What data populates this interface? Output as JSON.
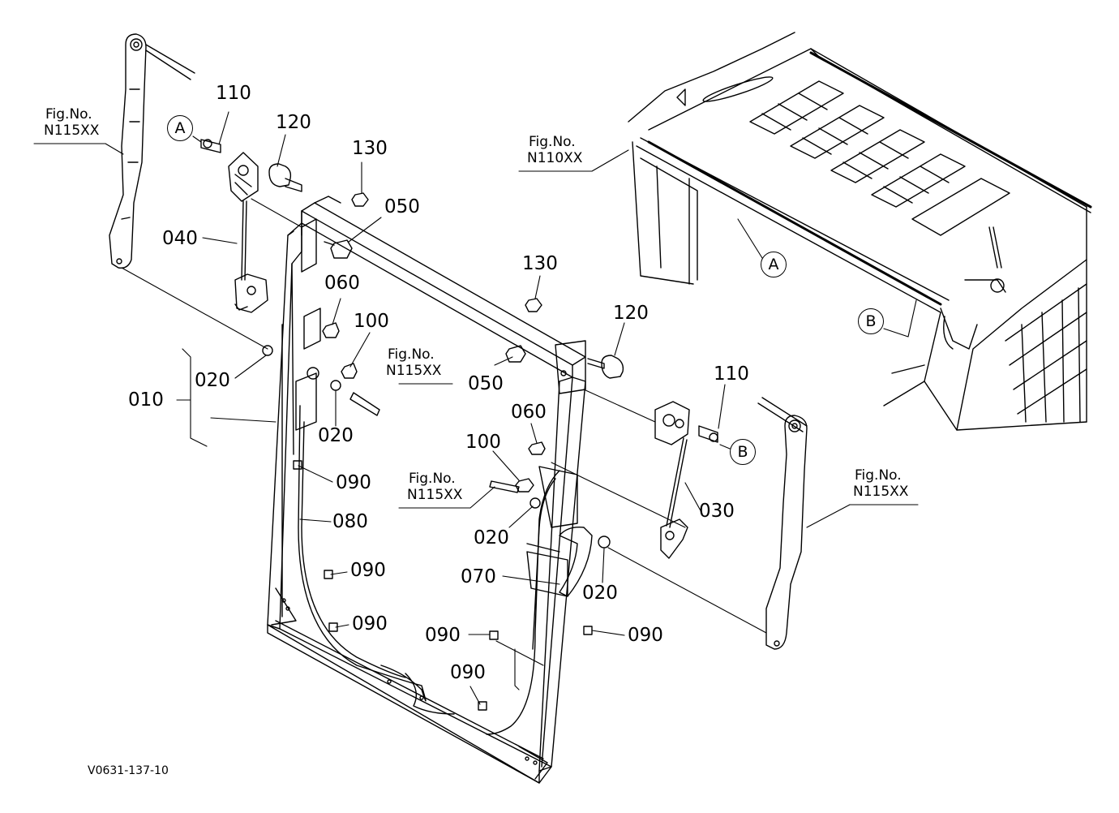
{
  "drawing_code": "V0631-137-10",
  "part_labels": [
    {
      "id": "p110a",
      "text": "110"
    },
    {
      "id": "p120a",
      "text": "120"
    },
    {
      "id": "p130a",
      "text": "130"
    },
    {
      "id": "p050a",
      "text": "050"
    },
    {
      "id": "p040",
      "text": "040"
    },
    {
      "id": "p060a",
      "text": "060"
    },
    {
      "id": "p100a",
      "text": "100"
    },
    {
      "id": "p020a",
      "text": "020"
    },
    {
      "id": "p010",
      "text": "010"
    },
    {
      "id": "p020b",
      "text": "020"
    },
    {
      "id": "p090a",
      "text": "090"
    },
    {
      "id": "p080",
      "text": "080"
    },
    {
      "id": "p090b",
      "text": "090"
    },
    {
      "id": "p090c",
      "text": "090"
    },
    {
      "id": "p130b",
      "text": "130"
    },
    {
      "id": "p120b",
      "text": "120"
    },
    {
      "id": "p050b",
      "text": "050"
    },
    {
      "id": "p110b",
      "text": "110"
    },
    {
      "id": "p060b",
      "text": "060"
    },
    {
      "id": "p100b",
      "text": "100"
    },
    {
      "id": "p030",
      "text": "030"
    },
    {
      "id": "p020c",
      "text": "020"
    },
    {
      "id": "p070",
      "text": "070"
    },
    {
      "id": "p020d",
      "text": "020"
    },
    {
      "id": "p090d",
      "text": "090"
    },
    {
      "id": "p090e",
      "text": "090"
    },
    {
      "id": "p090f",
      "text": "090"
    }
  ],
  "fig_refs": [
    {
      "id": "f1",
      "line1": "Fig.No.",
      "line2": "N115XX"
    },
    {
      "id": "f2",
      "line1": "Fig.No.",
      "line2": "N110XX"
    },
    {
      "id": "f3",
      "line1": "Fig.No.",
      "line2": "N115XX"
    },
    {
      "id": "f4",
      "line1": "Fig.No.",
      "line2": "N115XX"
    },
    {
      "id": "f5",
      "line1": "Fig.No.",
      "line2": "N115XX"
    }
  ],
  "ref_markers": [
    {
      "id": "m1",
      "text": "A"
    },
    {
      "id": "m2",
      "text": "A"
    },
    {
      "id": "m3",
      "text": "B"
    },
    {
      "id": "m4",
      "text": "B"
    }
  ]
}
